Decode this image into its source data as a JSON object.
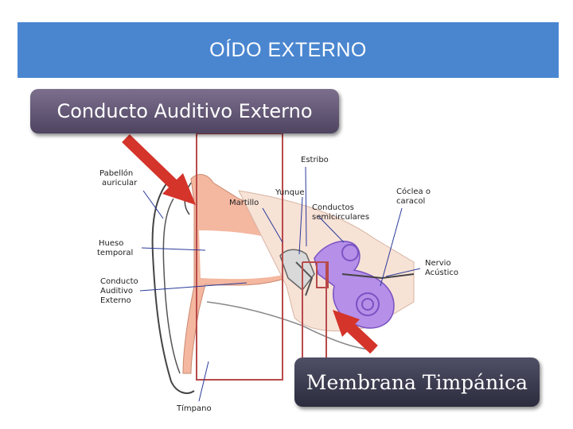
{
  "header": {
    "title": "OÍDO EXTERNO"
  },
  "callouts": {
    "top": "Conducto Auditivo Externo",
    "bottom": "Membrana Timpánica"
  },
  "diagram": {
    "labels": {
      "pabellon": [
        "Pabellón",
        "auricular"
      ],
      "hueso": [
        "Hueso",
        "temporal"
      ],
      "conducto": [
        "Conducto",
        "Auditivo",
        "Externo"
      ],
      "martillo": "Martillo",
      "yunque": "Yunque",
      "estribo": "Estribo",
      "conductos": [
        "Conductos",
        "semicirculares"
      ],
      "coclea": [
        "Cóclea o",
        "caracol"
      ],
      "nervio": [
        "Nervio",
        "Acústico"
      ],
      "timpano": "Tímpano"
    }
  },
  "colors": {
    "header_bg": "#4a86d0",
    "skin": "#f4b79f",
    "inner_ear": "#b58fe8",
    "arrow": "#d4342a",
    "highlight_rect": "#b84a4a"
  }
}
